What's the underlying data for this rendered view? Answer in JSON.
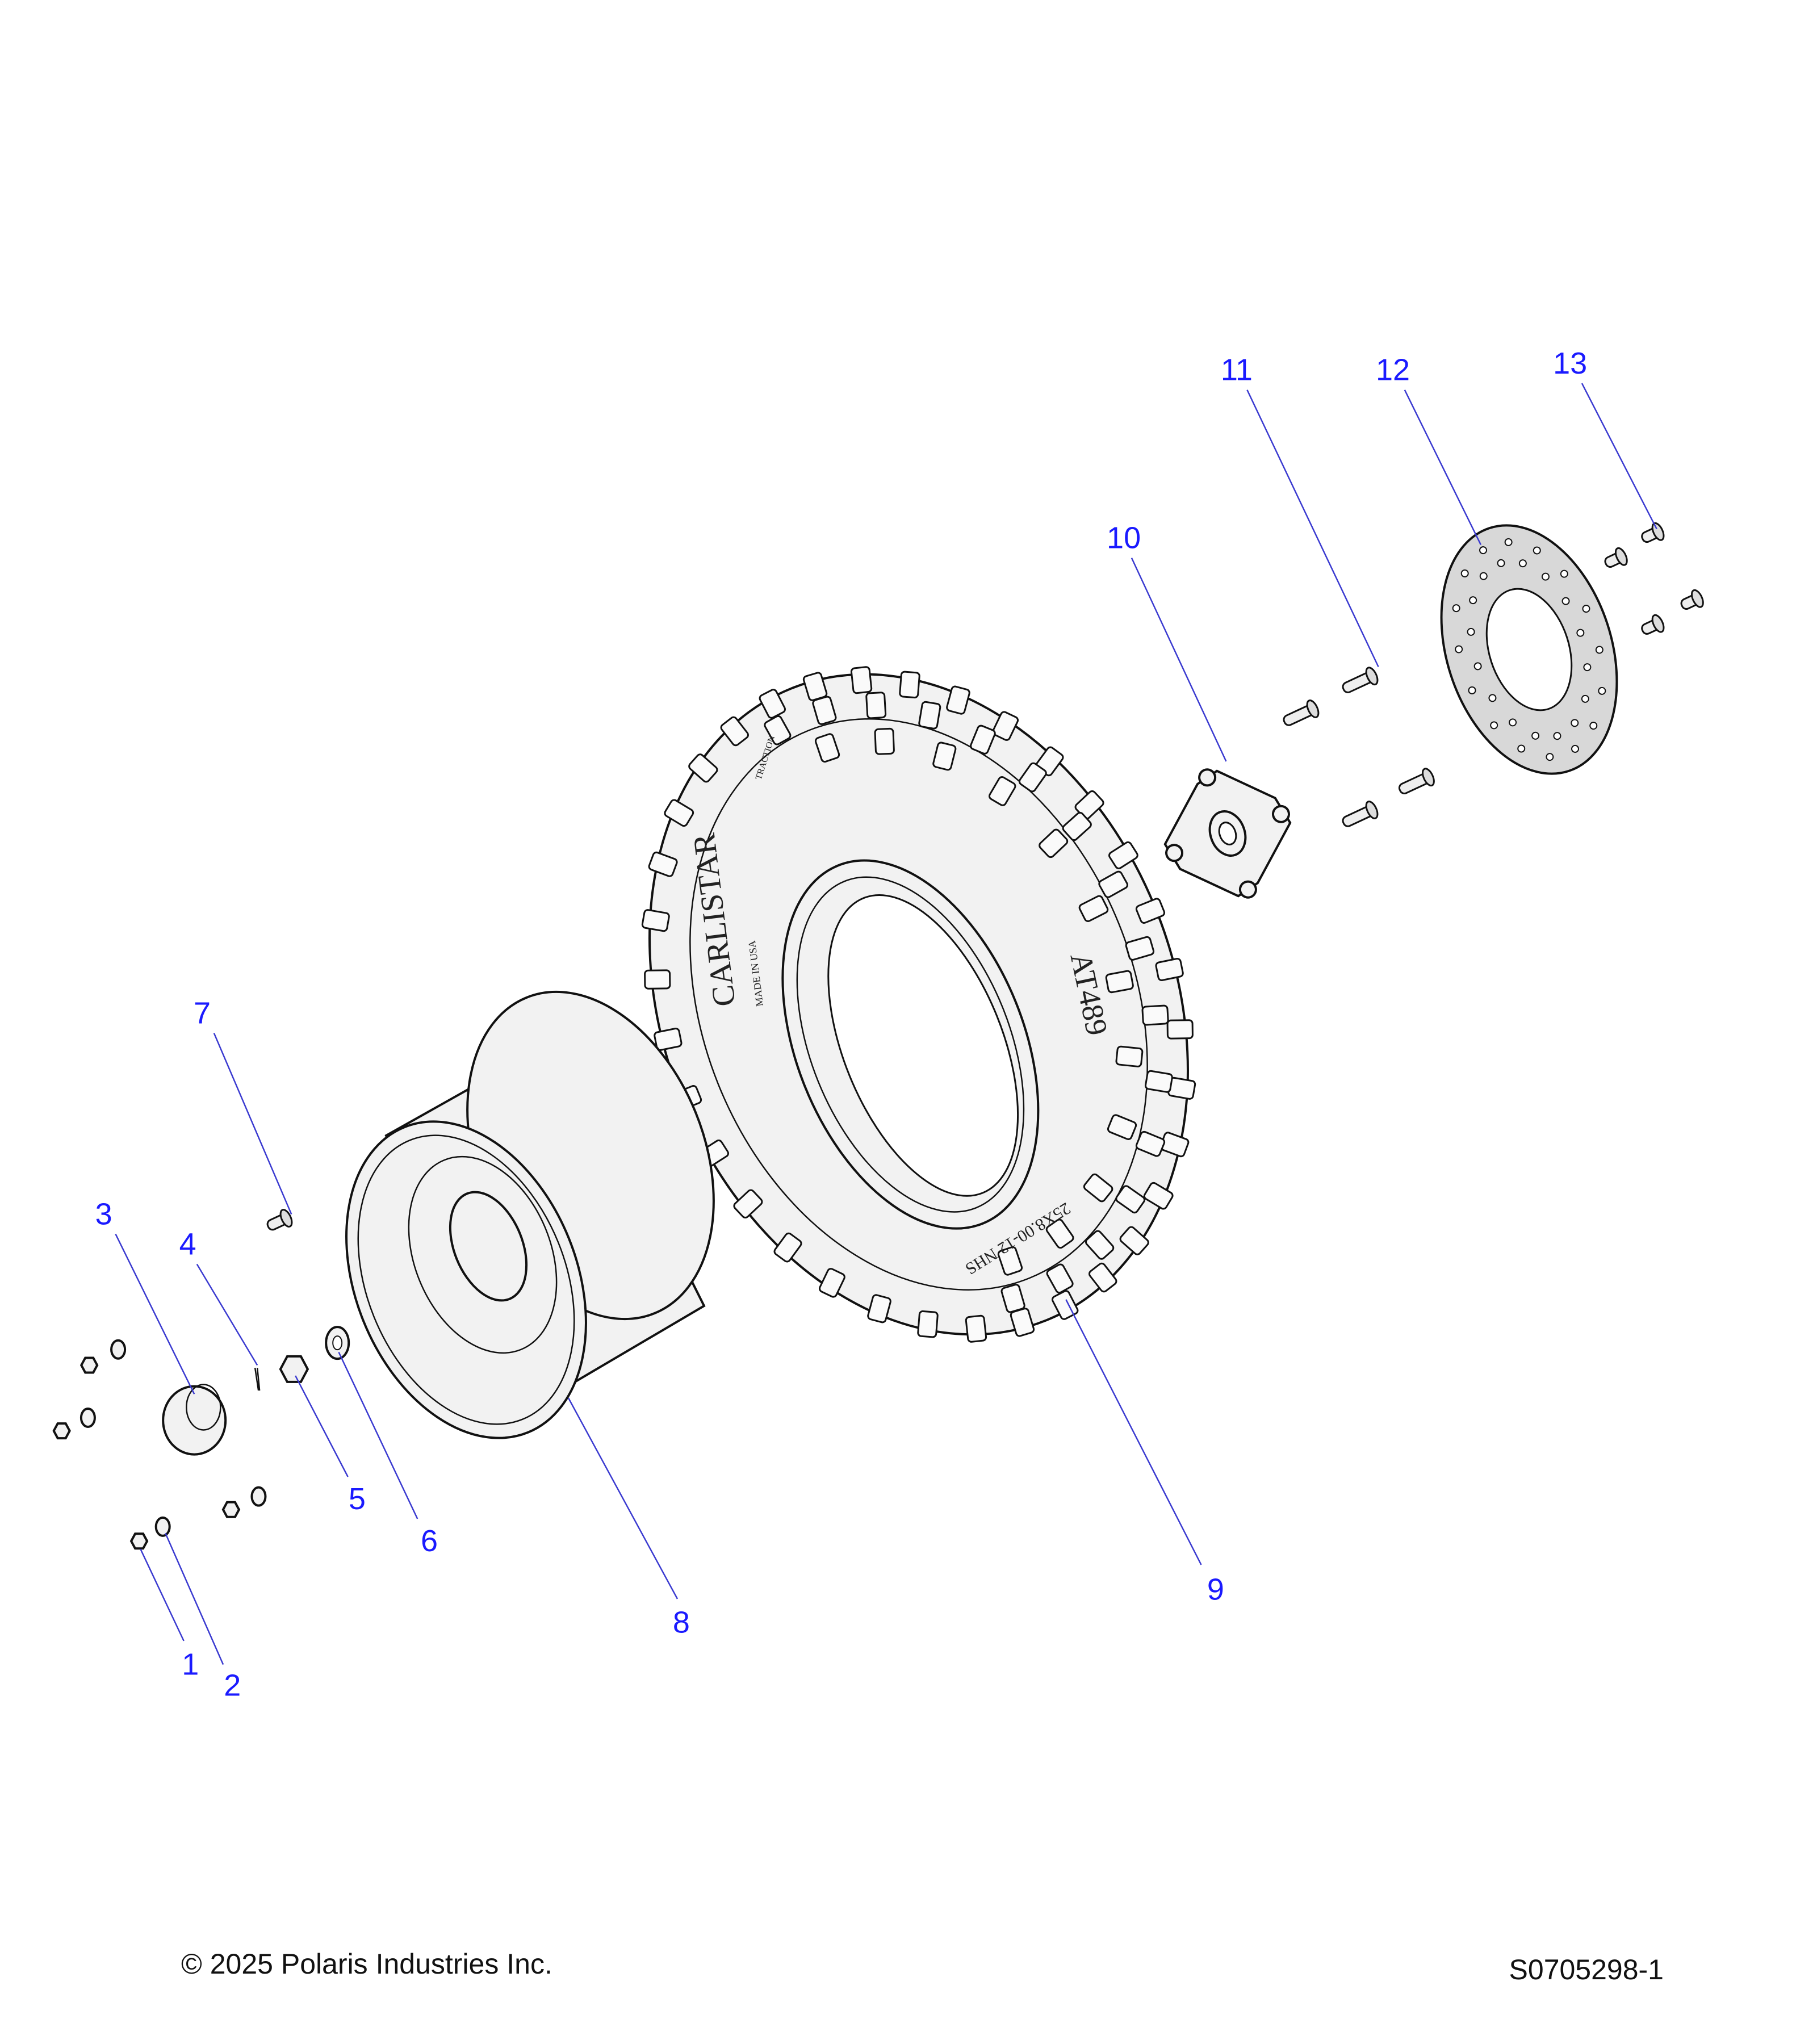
{
  "diagram": {
    "callouts": [
      "1",
      "2",
      "3",
      "4",
      "5",
      "6",
      "7",
      "8",
      "9",
      "10",
      "11",
      "12",
      "13"
    ],
    "colors": {
      "callout": "#1a1aff",
      "leader": "#3a3ad0",
      "part_line": "#111111",
      "part_fill": "#f2f2f2"
    },
    "tire_sidewall": {
      "brand": "CARLISTAR",
      "origin": "MADE IN USA",
      "traction": "TRACTION",
      "model": "AT489",
      "size": "25X8.00-12 NHS"
    }
  },
  "footer": {
    "copyright": "© 2025 Polaris Industries Inc.",
    "document_number": "S0705298-1"
  }
}
